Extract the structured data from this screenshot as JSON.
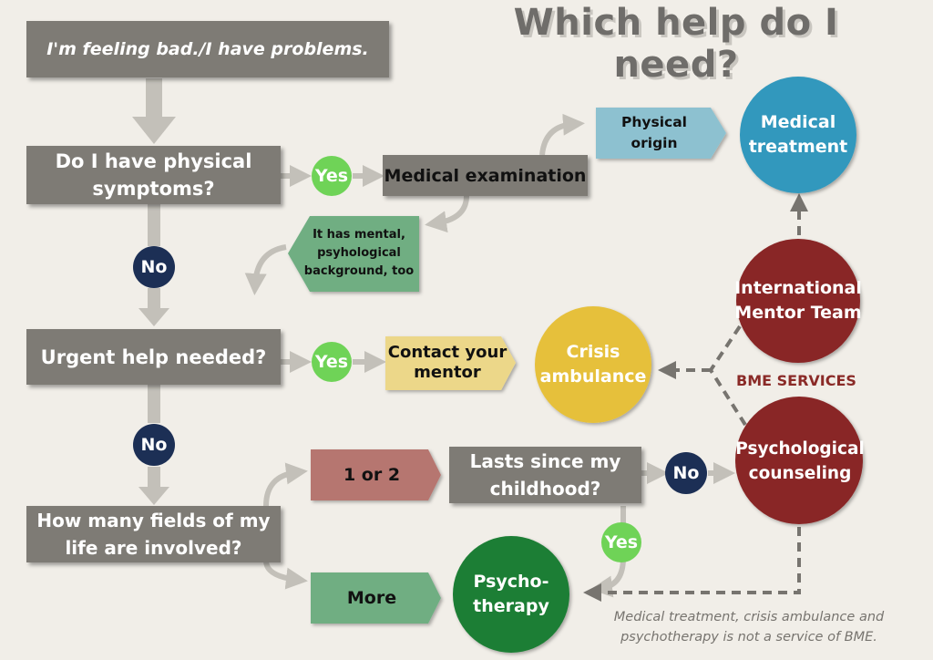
{
  "title": "Which help do I need?",
  "start": "I'm feeling bad./I have problems.",
  "questions": {
    "physical": "Do I have physical symptoms?",
    "urgent": "Urgent help needed?",
    "fields": "How many fields of my life are involved?",
    "childhood": "Lasts since my childhood?"
  },
  "answers": {
    "yes": "Yes",
    "no": "No"
  },
  "steps": {
    "medical_exam": "Medical examination",
    "physical_origin": "Physical origin",
    "mental_background": "It has mental, psyhological background, too",
    "contact_mentor": "Contact your mentor",
    "one_or_two": "1 or 2",
    "more": "More"
  },
  "outcomes": {
    "medical_treatment": "Medical treatment",
    "crisis_ambulance": "Crisis ambulance",
    "international_mentor_team": "International Mentor Team",
    "psychological_counseling": "Psychological counseling",
    "psychotherapy": "Psycho-therapy"
  },
  "bme_label": "BME SERVICES",
  "footnote": "Medical treatment, crisis ambulance and psychotherapy is not  a service of BME.",
  "colors": {
    "background": "#f1eee8",
    "gray_box": "#7e7b75",
    "yes_green": "#6fd357",
    "no_navy": "#1c2f55",
    "light_blue": "#8dc1d0",
    "teal_circle": "#3198bd",
    "green_tag": "#6fae82",
    "yellow_tag": "#ecd789",
    "crisis_yellow": "#e6c03a",
    "dark_red": "#892727",
    "rose_tag": "#b67670",
    "psychotherapy_green": "#1f7e36",
    "arrow_gray": "#c3c0b9",
    "dashed_gray": "#77746f",
    "bme_red": "#8a2a27"
  }
}
